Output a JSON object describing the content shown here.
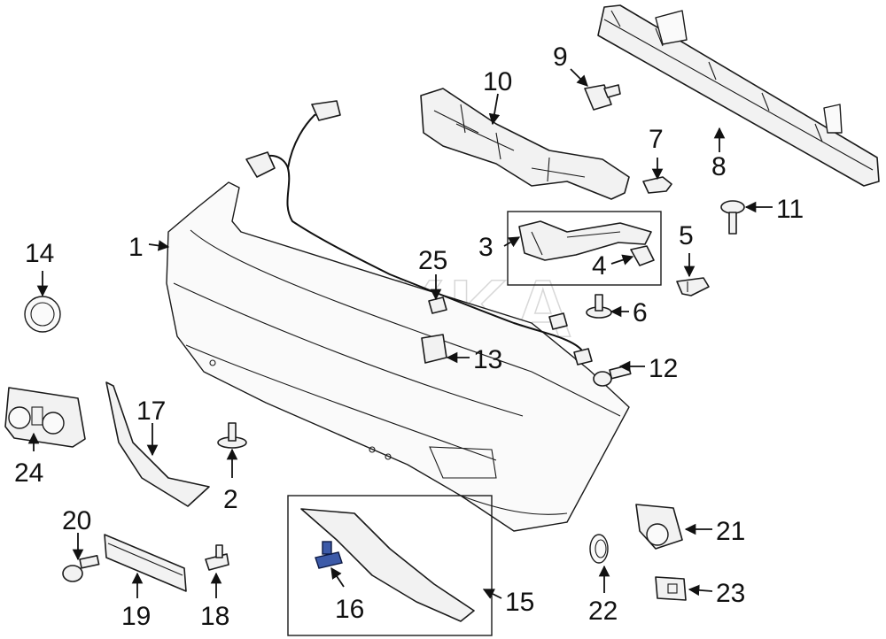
{
  "watermark": "REXKA",
  "highlight_color": "#3c5aa8",
  "callouts": {
    "c1": "1",
    "c2": "2",
    "c3": "3",
    "c4": "4",
    "c5": "5",
    "c6": "6",
    "c7": "7",
    "c8": "8",
    "c9": "9",
    "c10": "10",
    "c11": "11",
    "c12": "12",
    "c13": "13",
    "c14": "14",
    "c15": "15",
    "c16": "16",
    "c17": "17",
    "c18": "18",
    "c19": "19",
    "c20": "20",
    "c21": "21",
    "c22": "22",
    "c23": "23",
    "c24": "24",
    "c25": "25"
  }
}
